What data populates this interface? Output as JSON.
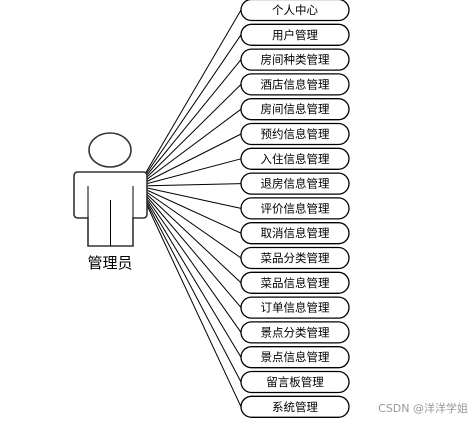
{
  "actor": {
    "label": "管理员"
  },
  "use_cases": [
    "个人中心",
    "用户管理",
    "房间种类管理",
    "酒店信息管理",
    "房间信息管理",
    "预约信息管理",
    "入住信息管理",
    "退房信息管理",
    "评价信息管理",
    "取消信息管理",
    "菜品分类管理",
    "菜品信息管理",
    "订单信息管理",
    "景点分类管理",
    "景点信息管理",
    "留言板管理",
    "系统管理"
  ],
  "watermark": "CSDN @洋洋学姐"
}
